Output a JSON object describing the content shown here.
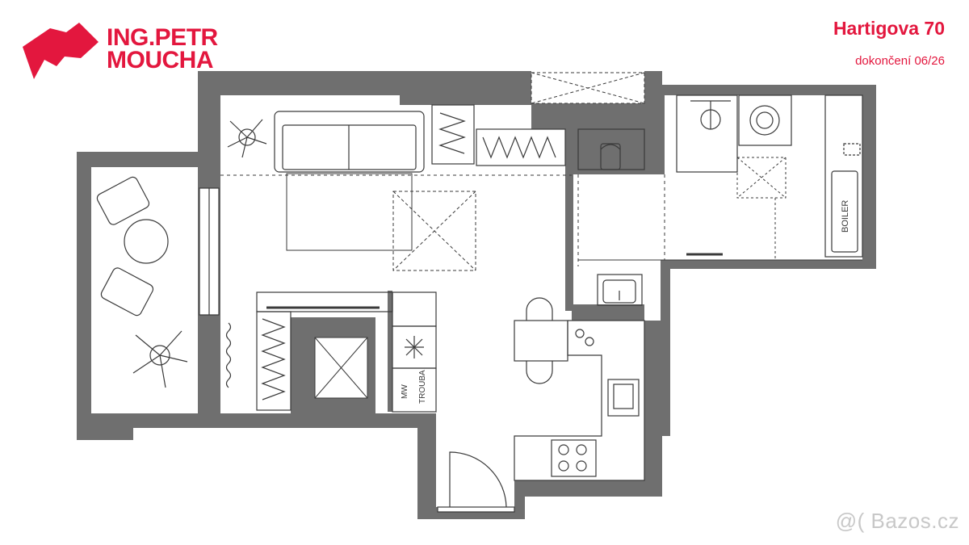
{
  "branding": {
    "logo_line1": "ING.PETR",
    "logo_line2": "MOUCHA",
    "color": "#e3173e"
  },
  "project": {
    "title": "Hartigova 70",
    "subtitle": "dokončení 06/26"
  },
  "labels": {
    "mw": "MW",
    "oven": "TROUBA",
    "boiler": "BOILER"
  },
  "watermark": "@( Bazos.cz",
  "colors": {
    "wall": "#6f6f6f",
    "line": "#3a3a3a"
  }
}
